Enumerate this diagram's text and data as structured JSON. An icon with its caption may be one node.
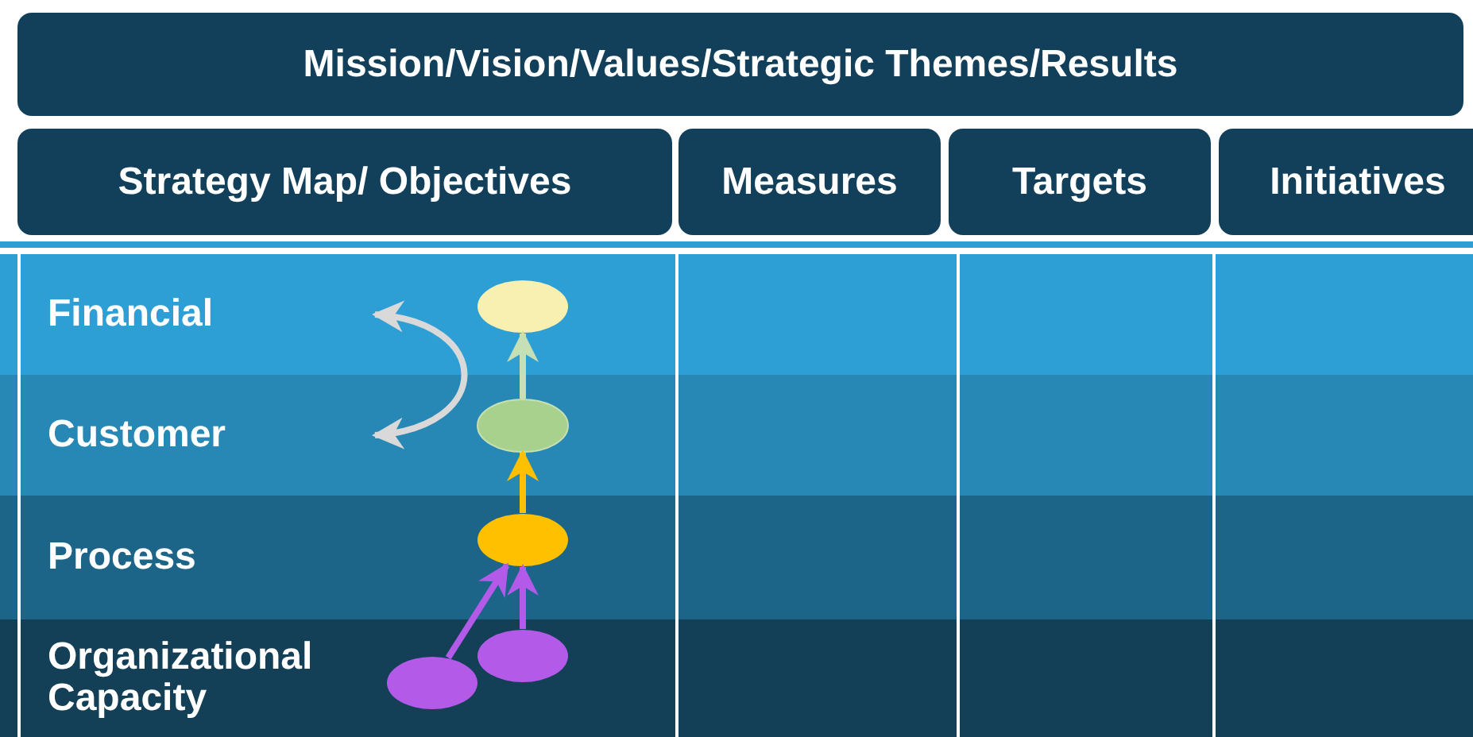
{
  "diagram": {
    "nodes": [
      {
        "text": [
          "Mission/Vision/Values/Strategic Themes/Results"
        ]
      },
      {
        "text": [
          "Strategy Map/ Objectives"
        ]
      },
      {
        "text": [
          "Measures"
        ]
      },
      {
        "text": [
          "Targets"
        ]
      },
      {
        "text": [
          "Initiatives"
        ]
      },
      {
        "text": [
          "Financial"
        ]
      },
      {
        "text": [
          "Customer"
        ]
      },
      {
        "text": [
          "Process"
        ]
      },
      {
        "text": [
          "Organizational Capacity"
        ]
      },
      {
        "text": [],
        "shape": "circle",
        "in": 5
      },
      {
        "text": [],
        "shape": "circle",
        "in": 6
      },
      {
        "text": [],
        "shape": "circle",
        "in": 7
      },
      {
        "text": [],
        "shape": "circle",
        "in": 8
      },
      {
        "text": [],
        "shape": "circle",
        "in": 8
      }
    ],
    "edges": [
      {
        "from": 5,
        "to": 6,
        "arrow": "both",
        "color": "#d9d9d9"
      },
      {
        "from": 10,
        "to": 9,
        "arrow": "to",
        "color": "#c5e0b4"
      },
      {
        "from": 11,
        "to": 10,
        "arrow": "to",
        "color": "#ffc000"
      },
      {
        "from": 12,
        "to": 11,
        "arrow": "to",
        "color": "#b35ae8"
      },
      {
        "from": 13,
        "to": 11,
        "arrow": "to",
        "color": "#b35ae8"
      }
    ]
  }
}
